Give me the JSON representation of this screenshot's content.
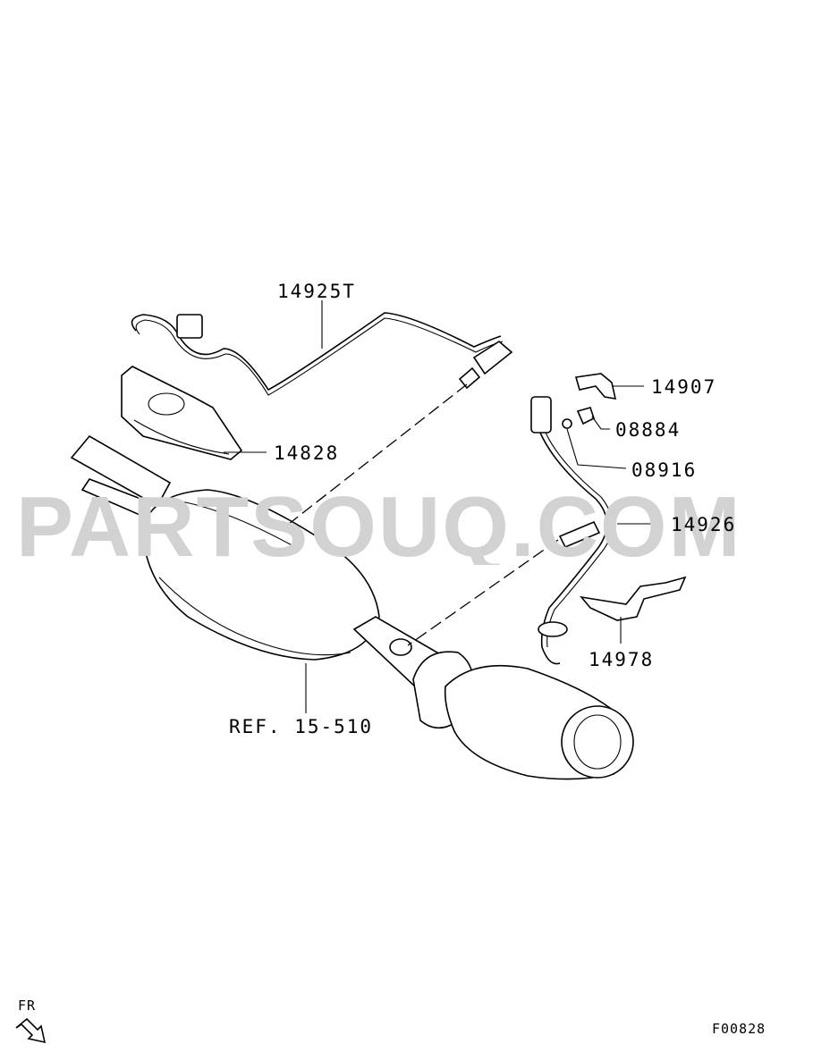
{
  "watermark": "PARTSOUQ.COM",
  "callouts": {
    "p14925T": "14925T",
    "p14828": "14828",
    "p14907": "14907",
    "p08884": "08884",
    "p08916": "08916",
    "p14926": "14926",
    "p14978": "14978",
    "ref": "REF. 15-510"
  },
  "orientation": {
    "label": "FR",
    "icon": "arrow-icon"
  },
  "figure_code": "F00828"
}
